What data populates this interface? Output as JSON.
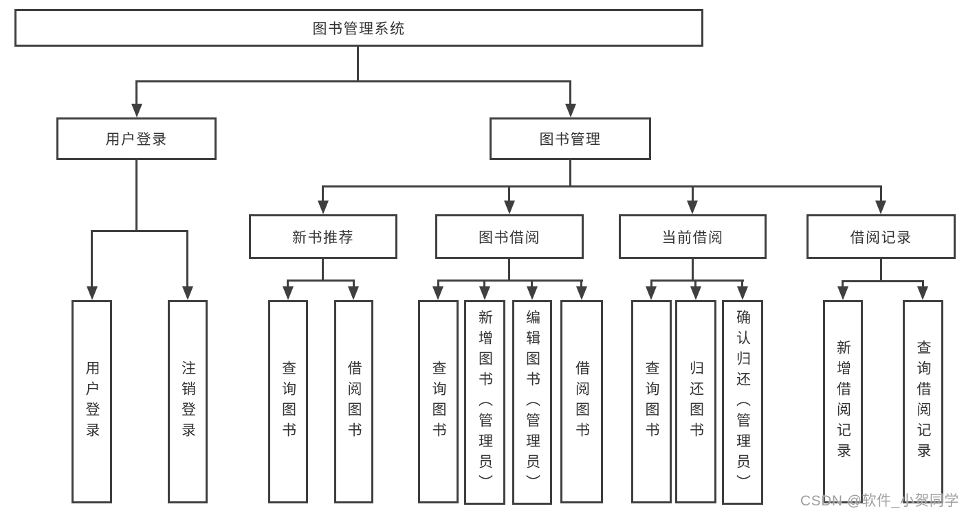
{
  "colors": {
    "line": "#3f3f3f",
    "text": "#333333",
    "watermark": "#9f9f9f",
    "background": "#ffffff"
  },
  "nodes": {
    "root": {
      "label": "图书管理系统"
    },
    "user_login": {
      "label": "用户登录"
    },
    "book_mgmt": {
      "label": "图书管理"
    },
    "login": {
      "label": "用户登录"
    },
    "logout": {
      "label": "注销登录"
    },
    "new_book_rec": {
      "label": "新书推荐"
    },
    "book_borrow": {
      "label": "图书借阅"
    },
    "current_borrow": {
      "label": "当前借阅"
    },
    "borrow_records": {
      "label": "借阅记录"
    },
    "nbr_query_book": {
      "label": "查询图书"
    },
    "nbr_borrow_book": {
      "label": "借阅图书"
    },
    "bb_query_book": {
      "label": "查询图书"
    },
    "bb_add_book": {
      "label": "新增图书（管理员）"
    },
    "bb_edit_book": {
      "label": "编辑图书（管理员）"
    },
    "bb_borrow_book": {
      "label": "借阅图书"
    },
    "cb_query_book": {
      "label": "查询图书"
    },
    "cb_return_book": {
      "label": "归还图书"
    },
    "cb_confirm_return": {
      "label": "确认归还（管理员）"
    },
    "br_add_record": {
      "label": "新增借阅记录"
    },
    "br_query_record": {
      "label": "查询借阅记录"
    }
  },
  "edges": [
    [
      "root",
      "user_login"
    ],
    [
      "root",
      "book_mgmt"
    ],
    [
      "user_login",
      "login"
    ],
    [
      "user_login",
      "logout"
    ],
    [
      "book_mgmt",
      "new_book_rec"
    ],
    [
      "book_mgmt",
      "book_borrow"
    ],
    [
      "book_mgmt",
      "current_borrow"
    ],
    [
      "book_mgmt",
      "borrow_records"
    ],
    [
      "new_book_rec",
      "nbr_query_book"
    ],
    [
      "new_book_rec",
      "nbr_borrow_book"
    ],
    [
      "book_borrow",
      "bb_query_book"
    ],
    [
      "book_borrow",
      "bb_add_book"
    ],
    [
      "book_borrow",
      "bb_edit_book"
    ],
    [
      "book_borrow",
      "bb_borrow_book"
    ],
    [
      "current_borrow",
      "cb_query_book"
    ],
    [
      "current_borrow",
      "cb_return_book"
    ],
    [
      "current_borrow",
      "cb_confirm_return"
    ],
    [
      "borrow_records",
      "br_add_record"
    ],
    [
      "borrow_records",
      "br_query_record"
    ]
  ],
  "watermark": {
    "text": "CSDN @软件_小贺同学"
  }
}
